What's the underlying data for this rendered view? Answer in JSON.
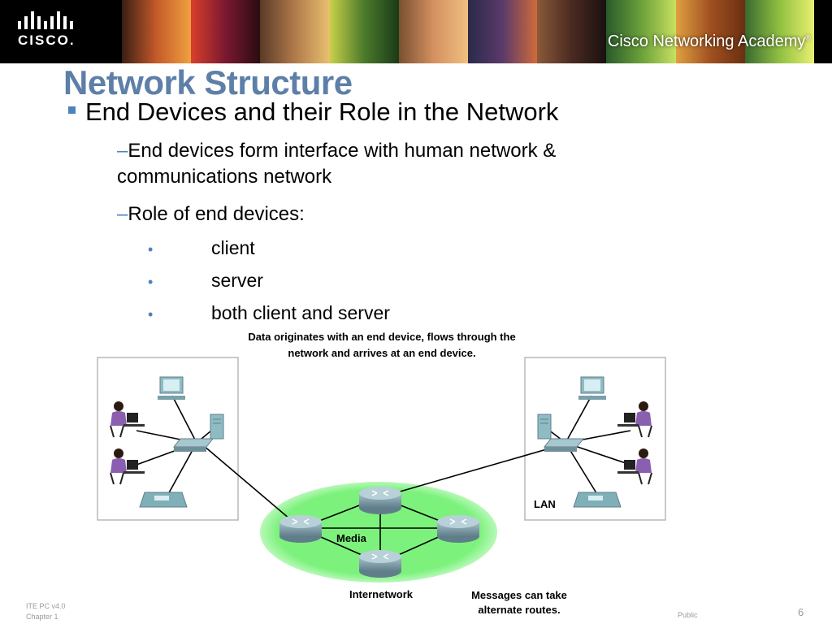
{
  "banner": {
    "logo_text": "CISCO.",
    "academy_text": "Cisco Networking Academy",
    "academy_mark": "®"
  },
  "slide": {
    "title": "Network Structure",
    "bullet_main": "End Devices and their Role in the Network",
    "sub_bullets": [
      {
        "dash": "–",
        "text": "End devices form interface with human network & communications network"
      },
      {
        "dash": "–",
        "text": "Role of end devices:"
      }
    ],
    "roles": [
      {
        "dot": "•",
        "text": "client"
      },
      {
        "dot": "•",
        "text": "server"
      },
      {
        "dot": "•",
        "text": "both client and server"
      }
    ]
  },
  "diagram": {
    "caption_top_line1": "Data originates with an end device, flows through the",
    "caption_top_line2": "network and arrives at an end device.",
    "media_label": "Media",
    "lan_label": "LAN",
    "internetwork_label": "Internetwork",
    "routes_line1": "Messages can take",
    "routes_line2": "alternate routes.",
    "colors": {
      "internetwork_fill": "#7cf27c",
      "router": "#7a9aa6",
      "device": "#7fb0b8",
      "person": "#8a5fb0"
    }
  },
  "footer": {
    "course": "ITE PC v4.0",
    "chapter": "Chapter 1",
    "classification": "Public",
    "page_number": "6"
  }
}
